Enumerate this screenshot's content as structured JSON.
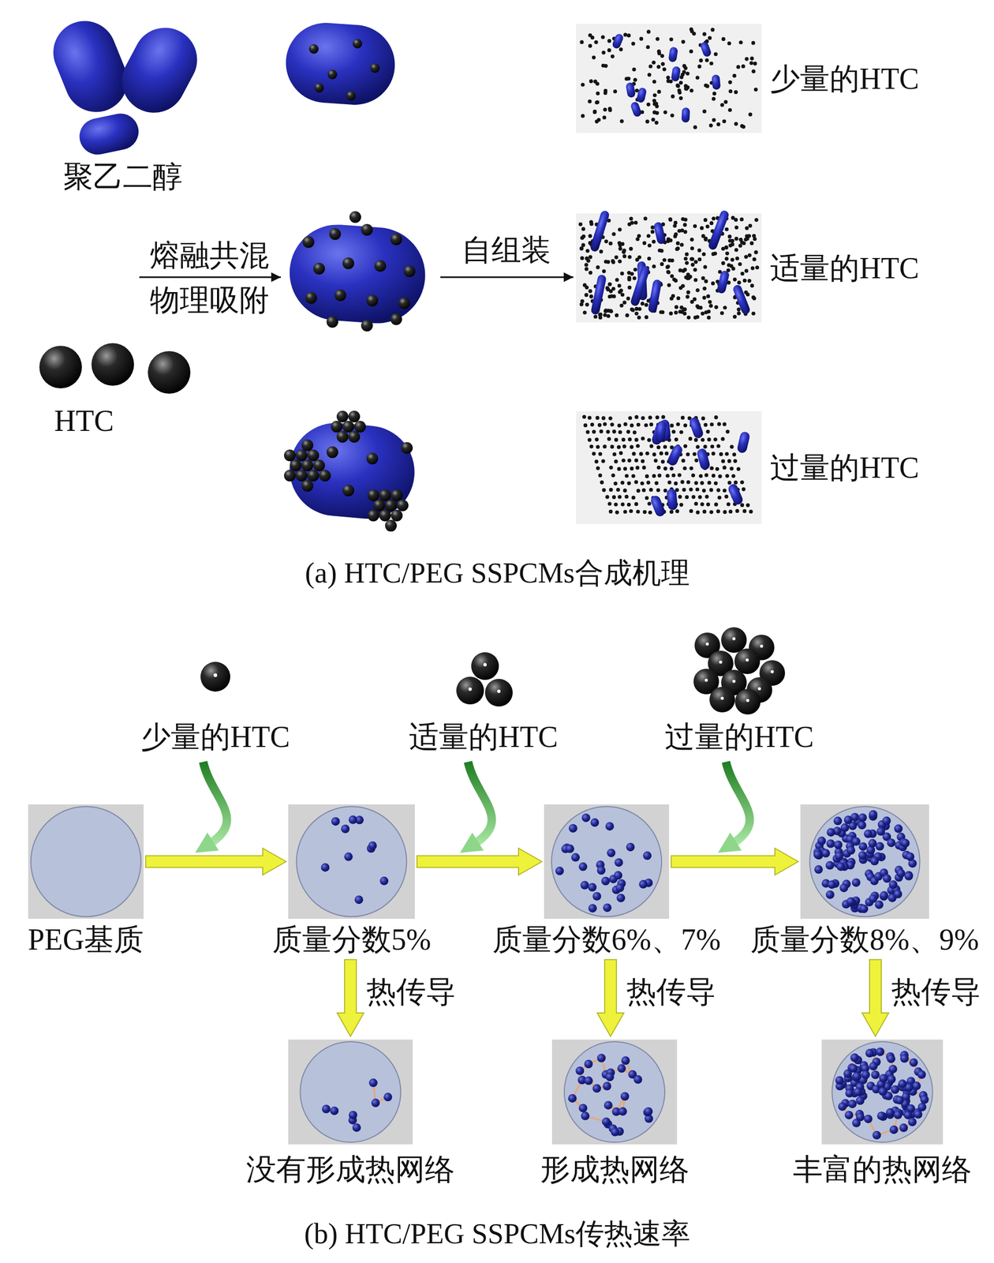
{
  "diagram": {
    "nodes": [
      {
        "text": [
          "聚乙二醇"
        ]
      },
      {
        "text": [
          "HTC"
        ]
      },
      {
        "text": [
          "少量的HTC"
        ]
      },
      {
        "text": [
          "适量的HTC"
        ]
      },
      {
        "text": [
          "过量的HTC"
        ]
      },
      {
        "text": [
          "少量的HTC"
        ]
      },
      {
        "text": [
          "适量的HTC"
        ]
      },
      {
        "text": [
          "过量的HTC"
        ]
      },
      {
        "text": [
          "PEG基质"
        ]
      },
      {
        "text": [
          "质量分数5%"
        ]
      },
      {
        "text": [
          "质量分数6%、7%"
        ]
      },
      {
        "text": [
          "质量分数8%、9%"
        ]
      },
      {
        "text": [
          "没有形成热网络"
        ]
      },
      {
        "text": [
          "形成热网络"
        ]
      },
      {
        "text": [
          "丰富的热网络"
        ]
      }
    ],
    "edges": [
      {
        "from": 8,
        "to": 9,
        "arrow": "to"
      },
      {
        "from": 9,
        "to": 10,
        "arrow": "to"
      },
      {
        "from": 10,
        "to": 11,
        "arrow": "to"
      },
      {
        "from": 9,
        "to": 12,
        "label": "热传导",
        "arrow": "to"
      },
      {
        "from": 10,
        "to": 13,
        "label": "热传导",
        "arrow": "to"
      },
      {
        "from": 11,
        "to": 14,
        "label": "热传导",
        "arrow": "to"
      }
    ],
    "labels": [
      "熔融共混",
      "物理吸附",
      "自组装",
      "(a) HTC/PEG SSPCMs合成机理",
      "(b) HTC/PEG SSPCMs传热速率"
    ]
  }
}
